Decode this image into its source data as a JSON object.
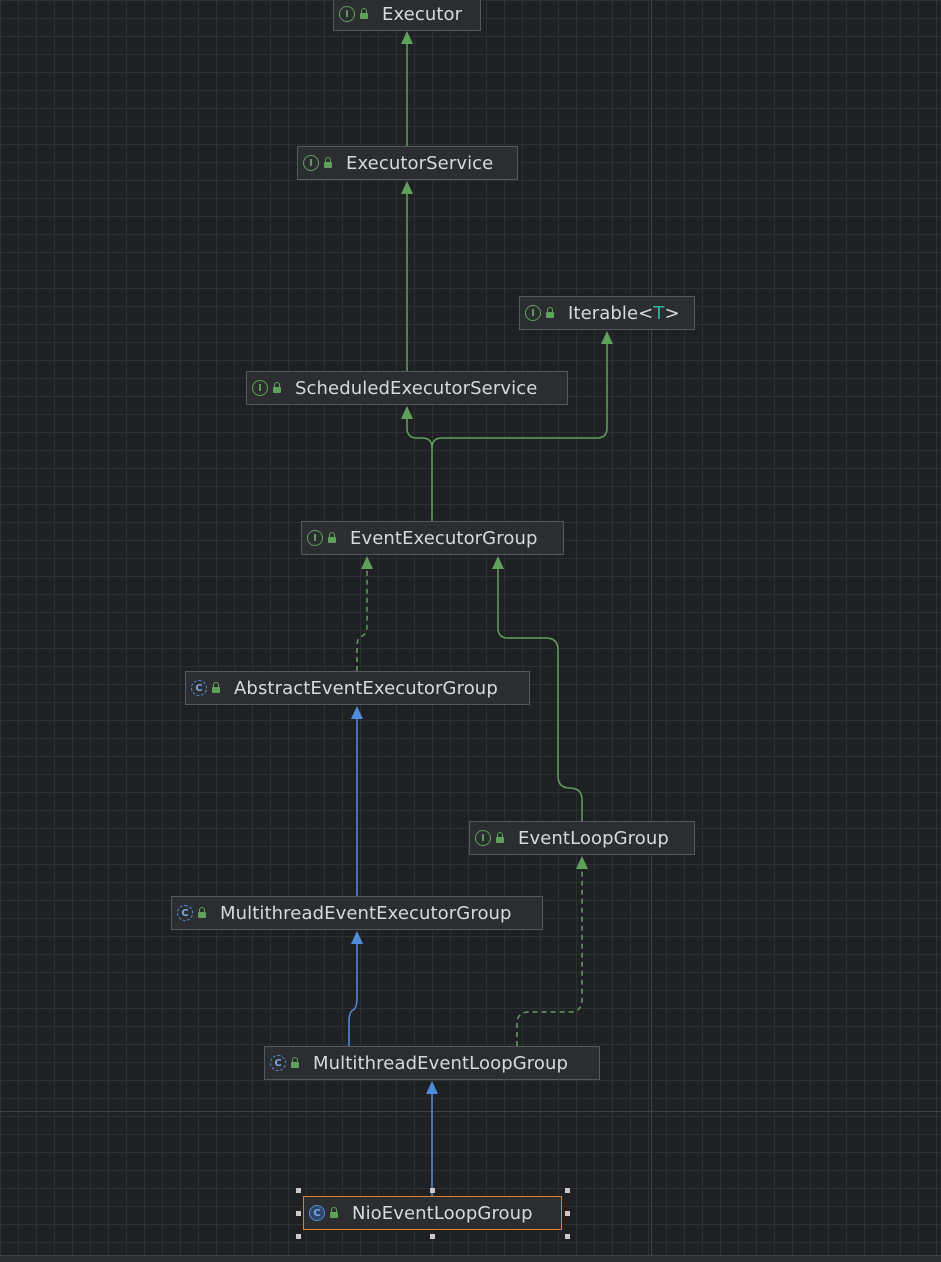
{
  "colors": {
    "interface_edge": "#5fa15b",
    "class_edge": "#4f8ddb",
    "selection": "#d6822e",
    "node_background": "#2b2d30",
    "text": "#d7d9dd",
    "type_param": "#2fb3a6"
  },
  "nodes": {
    "executor": {
      "name": "Executor",
      "kind_icon": "interface-icon",
      "kind_glyph": "I",
      "visibility_icon": "public-lock-icon"
    },
    "executor_service": {
      "name": "ExecutorService",
      "kind_icon": "interface-icon",
      "kind_glyph": "I",
      "visibility_icon": "public-lock-icon"
    },
    "iterable": {
      "name": "Iterable<",
      "type_param": "T",
      "name_suffix": ">",
      "kind_icon": "interface-icon",
      "kind_glyph": "I",
      "visibility_icon": "public-lock-icon"
    },
    "scheduled_executor_service": {
      "name": "ScheduledExecutorService",
      "kind_icon": "interface-icon",
      "kind_glyph": "I",
      "visibility_icon": "public-lock-icon"
    },
    "event_executor_group": {
      "name": "EventExecutorGroup",
      "kind_icon": "interface-icon",
      "kind_glyph": "I",
      "visibility_icon": "public-lock-icon"
    },
    "abstract_event_executor_group": {
      "name": "AbstractEventExecutorGroup",
      "kind_icon": "abstract-class-icon",
      "kind_glyph": "C",
      "visibility_icon": "public-lock-icon"
    },
    "event_loop_group": {
      "name": "EventLoopGroup",
      "kind_icon": "interface-icon",
      "kind_glyph": "I",
      "visibility_icon": "public-lock-icon"
    },
    "multithread_event_executor_group": {
      "name": "MultithreadEventExecutorGroup",
      "kind_icon": "abstract-class-icon",
      "kind_glyph": "C",
      "visibility_icon": "public-lock-icon"
    },
    "multithread_event_loop_group": {
      "name": "MultithreadEventLoopGroup",
      "kind_icon": "abstract-class-icon",
      "kind_glyph": "C",
      "visibility_icon": "public-lock-icon"
    },
    "nio_event_loop_group": {
      "name": "NioEventLoopGroup",
      "kind_icon": "class-icon",
      "kind_glyph": "C",
      "visibility_icon": "public-lock-icon",
      "selected": true
    }
  },
  "edges": [
    {
      "from": "executor_service",
      "to": "executor",
      "relation": "extends",
      "style": "solid",
      "color": "interface"
    },
    {
      "from": "scheduled_executor_service",
      "to": "executor_service",
      "relation": "extends",
      "style": "solid",
      "color": "interface"
    },
    {
      "from": "event_executor_group",
      "to": "scheduled_executor_service",
      "relation": "extends",
      "style": "solid",
      "color": "interface"
    },
    {
      "from": "event_executor_group",
      "to": "iterable",
      "relation": "extends",
      "style": "solid",
      "color": "interface"
    },
    {
      "from": "abstract_event_executor_group",
      "to": "event_executor_group",
      "relation": "implements",
      "style": "dashed",
      "color": "interface"
    },
    {
      "from": "event_loop_group",
      "to": "event_executor_group",
      "relation": "extends",
      "style": "solid",
      "color": "interface"
    },
    {
      "from": "multithread_event_executor_group",
      "to": "abstract_event_executor_group",
      "relation": "extends",
      "style": "solid",
      "color": "class"
    },
    {
      "from": "multithread_event_loop_group",
      "to": "multithread_event_executor_group",
      "relation": "extends",
      "style": "solid",
      "color": "class"
    },
    {
      "from": "multithread_event_loop_group",
      "to": "event_loop_group",
      "relation": "implements",
      "style": "dashed",
      "color": "interface"
    },
    {
      "from": "nio_event_loop_group",
      "to": "multithread_event_loop_group",
      "relation": "extends",
      "style": "solid",
      "color": "class"
    }
  ]
}
